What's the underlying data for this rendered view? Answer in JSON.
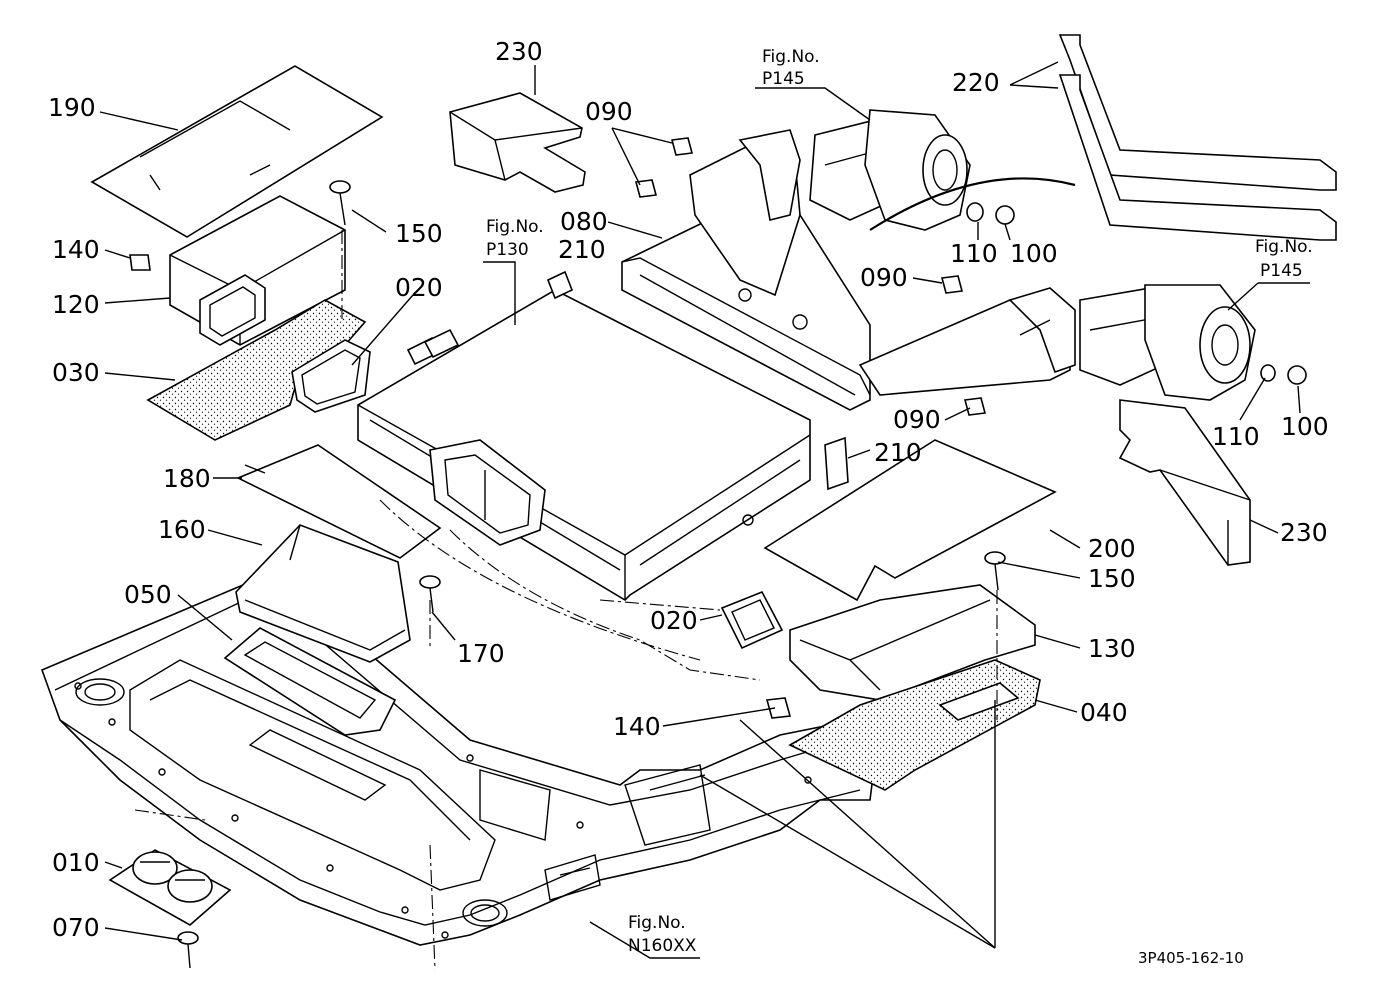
{
  "callouts": {
    "c190": "190",
    "c230a": "230",
    "c090a": "090",
    "c220": "220",
    "c150a": "150",
    "c140a": "140",
    "c120": "120",
    "c020a": "020",
    "c030": "030",
    "c080": "080",
    "c210a": "210",
    "c110a": "110",
    "c100a": "100",
    "c090b": "090",
    "c090c": "090",
    "c110b": "110",
    "c100b": "100",
    "c230b": "230",
    "c210b": "210",
    "c180": "180",
    "c160": "160",
    "c050": "050",
    "c170": "170",
    "c020b": "020",
    "c200": "200",
    "c150b": "150",
    "c130": "130",
    "c140b": "140",
    "c040": "040",
    "c010": "010",
    "c070": "070"
  },
  "figure_refs": {
    "p145a_title": "Fig.No.",
    "p145a_num": "P145",
    "p130_title": "Fig.No.",
    "p130_num": "P130",
    "p145b_title": "Fig.No.",
    "p145b_num": "P145",
    "n160_title": "Fig.No.",
    "n160_num": "N160XX"
  },
  "drawing_code": "3P405-162-10"
}
